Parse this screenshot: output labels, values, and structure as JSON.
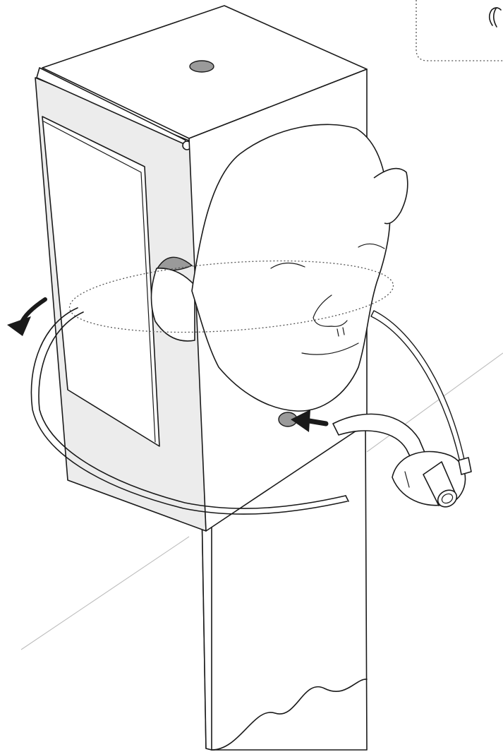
{
  "figure": {
    "description_elements": [
      "mount-block",
      "mannequin-head",
      "stand-post",
      "wire-loop-strap",
      "tracheostomy-tube",
      "rotate-arrow",
      "insert-arrow",
      "inset-callout-box"
    ],
    "colors": {
      "line": "#1a1a1a",
      "panel_fill": "#ececec",
      "opening_fill": "#9a9a9a",
      "background": "#ffffff",
      "floor_line": "#bdbdbd"
    },
    "icons": [
      "rotate-arrow-icon",
      "insert-arrow-icon",
      "inset-symbol-icon"
    ]
  }
}
